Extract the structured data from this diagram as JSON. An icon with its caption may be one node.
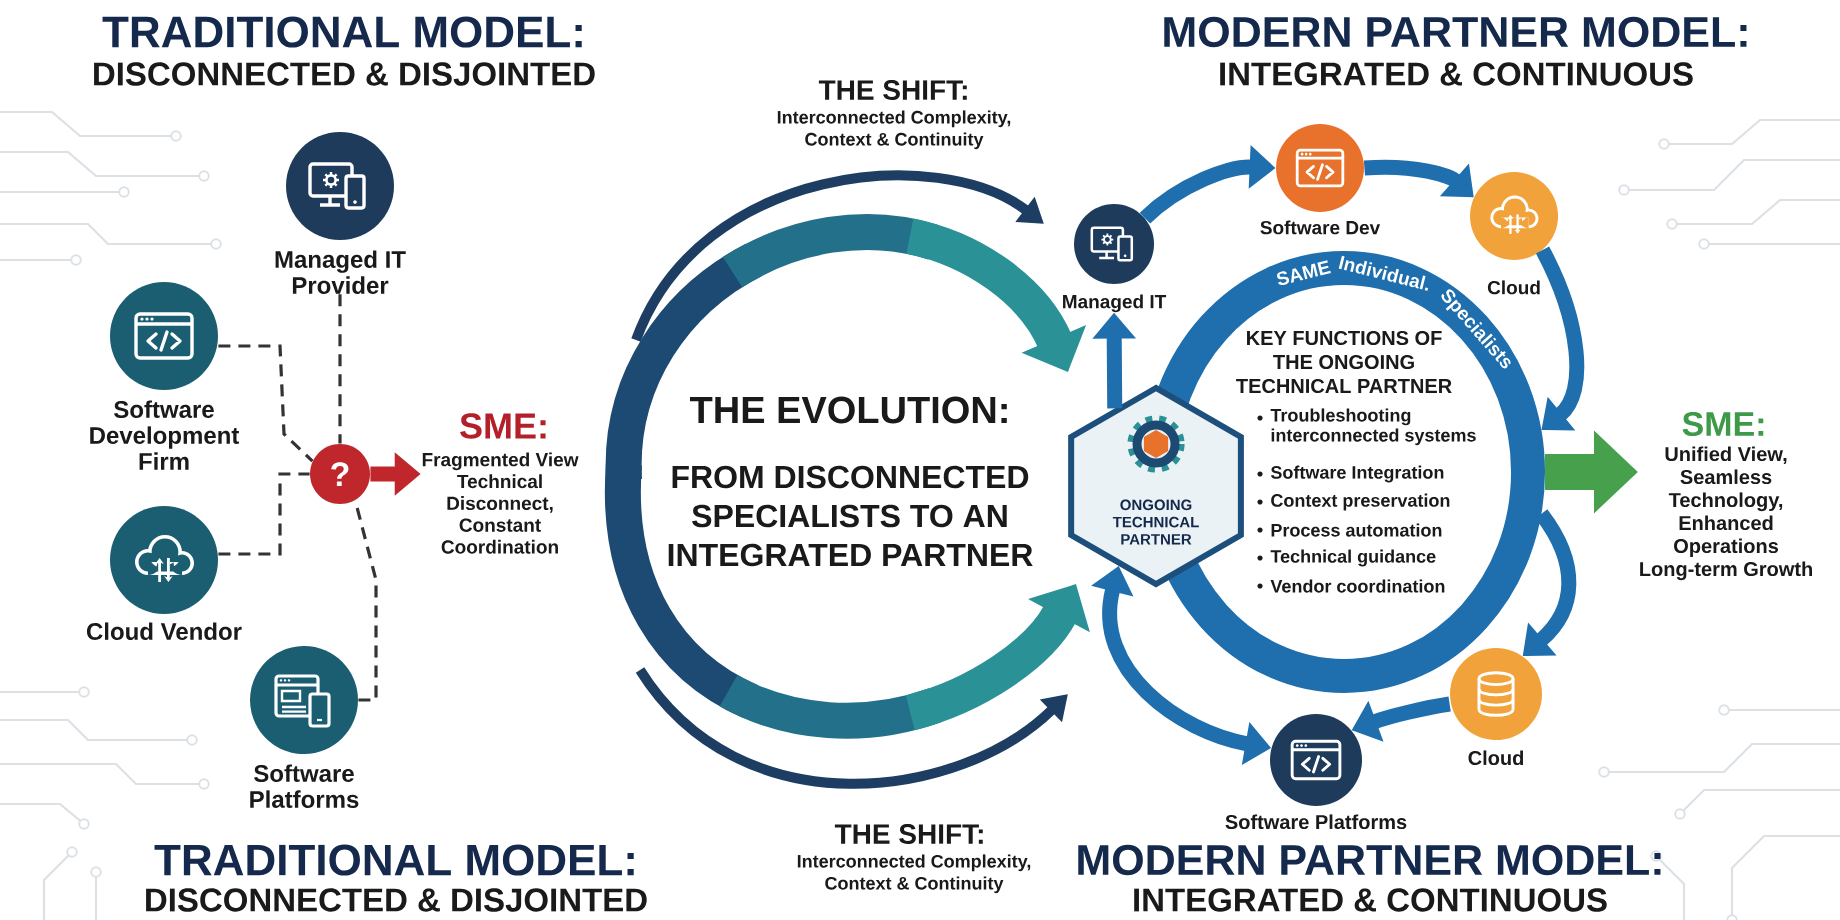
{
  "diagram": {
    "nodes": [
      {
        "text": [
          "Managed IT Provider"
        ]
      },
      {
        "text": [
          "Software Development Firm"
        ]
      },
      {
        "text": [
          "Cloud Vendor"
        ]
      },
      {
        "text": [
          "Software Platforms"
        ]
      },
      {
        "text": [
          "?"
        ]
      },
      {
        "text": [
          "SME:",
          "Fragmented View Technical Disconnect, Constant Coordination"
        ]
      },
      {
        "text": [
          "Managed IT"
        ]
      },
      {
        "text": [
          "Software Dev"
        ]
      },
      {
        "text": [
          "Cloud"
        ]
      },
      {
        "text": [
          "ONGOING TECHNICAL PARTNER"
        ]
      },
      {
        "text": [
          "Cloud"
        ]
      },
      {
        "text": [
          "Software Platforms"
        ]
      },
      {
        "text": [
          "SME:",
          "Unified View, Seamless Technology, Enhanced Operations Long-term Growth"
        ]
      },
      {
        "text": [
          "SAME Individual. Specialists"
        ]
      }
    ],
    "edges": [
      {
        "from": 0,
        "to": 4,
        "arrow": "none",
        "style": "dashed",
        "color": "#333333"
      },
      {
        "from": 1,
        "to": 4,
        "arrow": "none",
        "style": "dashed",
        "color": "#333333"
      },
      {
        "from": 2,
        "to": 4,
        "arrow": "none",
        "style": "dashed",
        "color": "#333333"
      },
      {
        "from": 3,
        "to": 4,
        "arrow": "none",
        "style": "dashed",
        "color": "#333333"
      },
      {
        "from": 4,
        "to": 5,
        "arrow": "to",
        "color": "#c0272d"
      },
      {
        "from": 9,
        "to": 6,
        "arrow": "to"
      },
      {
        "from": 6,
        "to": 7,
        "arrow": "to"
      },
      {
        "from": 7,
        "to": 8,
        "arrow": "to"
      },
      {
        "from": 8,
        "to": 13,
        "arrow": "to"
      },
      {
        "from": 13,
        "to": 12,
        "arrow": "to",
        "style": "thick",
        "color": "#46a04c"
      },
      {
        "from": 13,
        "to": 10,
        "arrow": "to"
      },
      {
        "from": 10,
        "to": 11,
        "arrow": "to"
      },
      {
        "from": 11,
        "to": 9,
        "arrow": "both"
      }
    ],
    "labels": [
      "TRADITIONAL MODEL:",
      "DISCONNECTED & DISJOINTED",
      "THE SHIFT:",
      "Interconnected Complexity, Context & Continuity",
      "MODERN PARTNER MODEL:",
      "INTEGRATED & CONTINUOUS",
      "KEY FUNCTIONS OF THE ONGOING TECHNICAL PARTNER",
      "Troubleshooting interconnected systems",
      "Software Integration",
      "Context preservation",
      "Process automation",
      "Technical guidance",
      "Vendor coordination",
      "THE EVOLUTION:",
      "FROM DISCONNECTED SPECIALISTS TO AN INTEGRATED PARTNER",
      "THE SHIFT:",
      "Interconnected Complexity, Context & Continuity",
      "TRADITIONAL MODEL:",
      "DISCONNECTED & DISJOINTED",
      "MODERN PARTNER MODEL:",
      "INTEGRATED & CONTINUOUS"
    ]
  }
}
